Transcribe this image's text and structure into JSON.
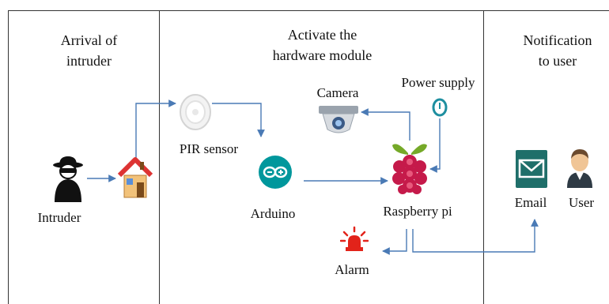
{
  "sections": {
    "arrival": {
      "line1": "Arrival of",
      "line2": "intruder"
    },
    "hardware": {
      "line1": "Activate the",
      "line2": "hardware module"
    },
    "notification": {
      "line1": "Notification",
      "line2": "to user"
    }
  },
  "nodes": {
    "intruder": "Intruder",
    "pir": "PIR sensor",
    "arduino": "Arduino",
    "camera": "Camera",
    "power": "Power supply",
    "raspberry": "Raspberry pi",
    "alarm": "Alarm",
    "email": "Email",
    "user": "User"
  },
  "colors": {
    "arrow": "#4a7ab5",
    "raspberry": "#c51a4a",
    "leaf": "#75a928",
    "arduino": "#00979c",
    "email": "#1f6f6a",
    "alarm": "#e2231a"
  }
}
